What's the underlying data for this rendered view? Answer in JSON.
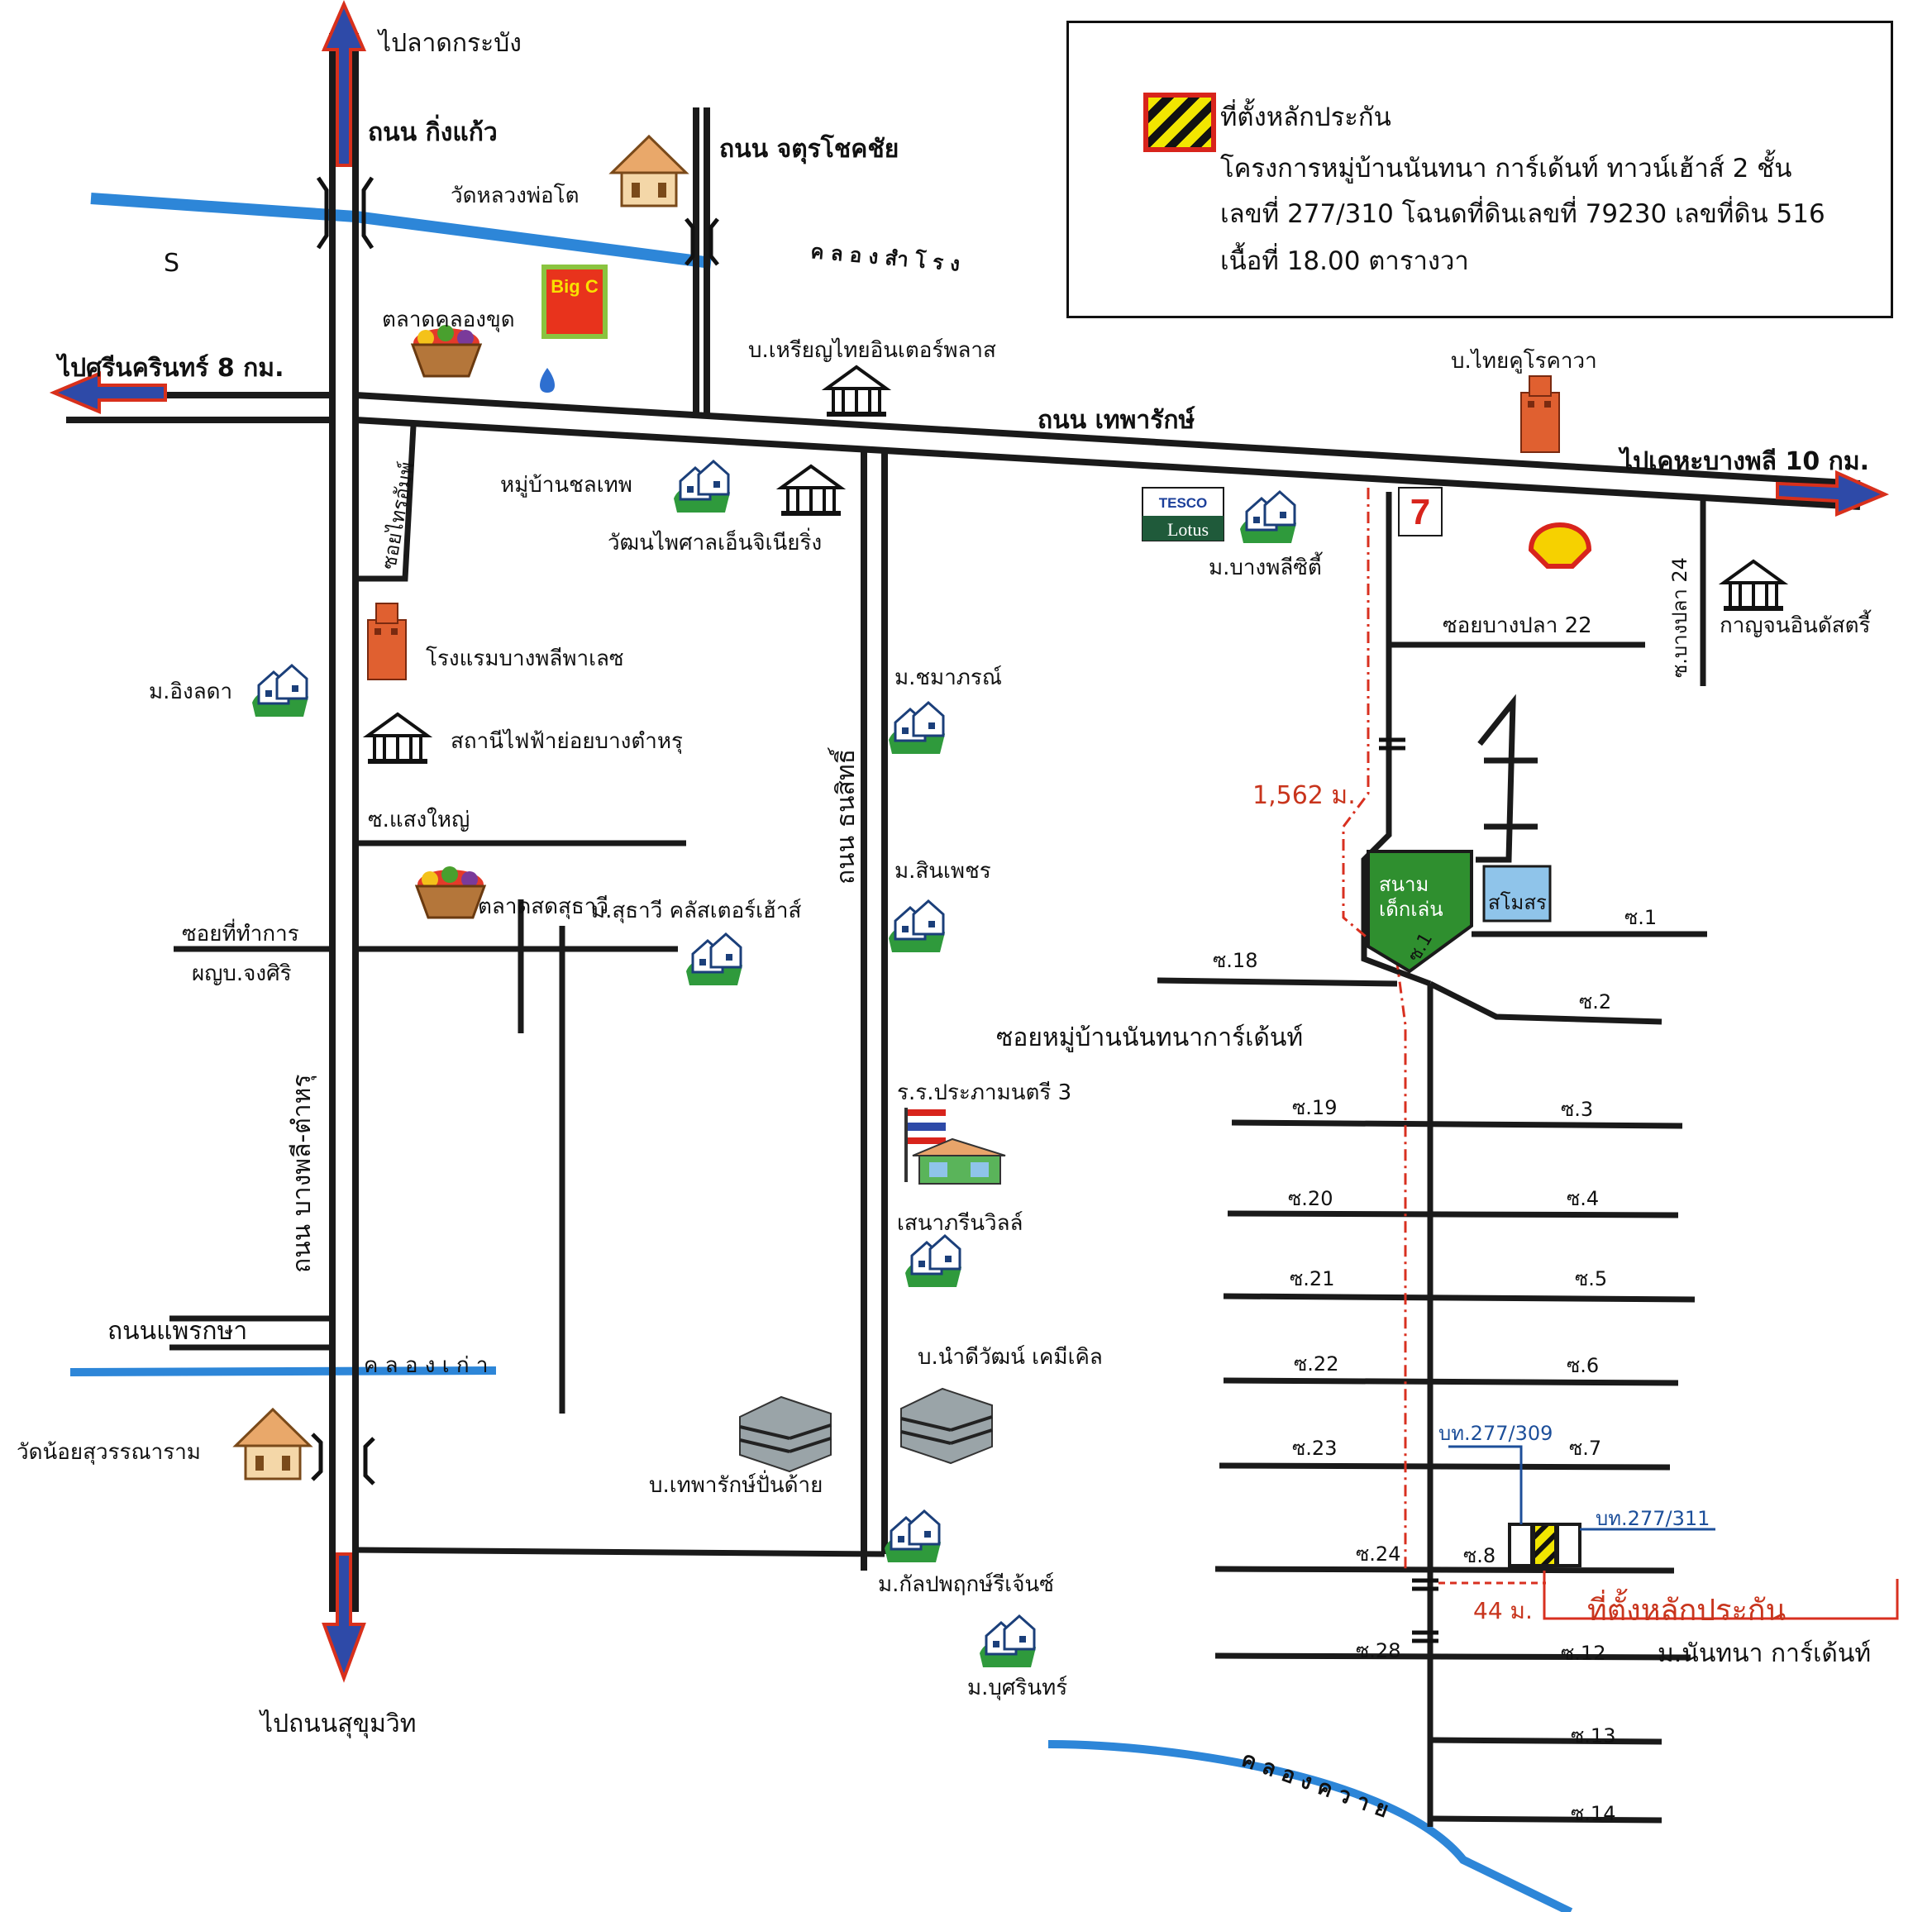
{
  "legend": {
    "title": "ที่ตั้งหลักประกัน",
    "line1": "โครงการหมู่บ้านนันทนา การ์เด้นท์ ทาวน์เฮ้าส์ 2 ชั้น",
    "line2": "เลขที่ 277/310 โฉนดที่ดินเลขที่ 79230 เลขที่ดิน 516",
    "line3": "เนื้อที่ 18.00 ตารางวา"
  },
  "directions": {
    "north": "ไปลาดกระบัง",
    "west": "ไปศรีนครินทร์ 8 กม.",
    "east": "ไปเคหะบางพลี 10 กม.",
    "south": "ไปถนนสุขุมวิท"
  },
  "roads": {
    "king_kaeo": "ถนน กิ่งแก้ว",
    "chaturachot": "ถนน จตุรโชคชัย",
    "theparak": "ถนน เทพารักษ์",
    "thanasit": "ถนน ธนสิทธิ์",
    "bangphli_tamru": "ถนน บางพลี-ตำหรุ",
    "phraeksa": "ถนนแพรกษา",
    "soi_thaiaumphon": "ซอยไทรอัมพ์",
    "soi_saengyai": "ซ.แสงใหญ่",
    "soi_office_1": "ซอยที่ทำการ",
    "soi_office_2": "ผญบ.จงศิริ",
    "soi_bangpla22": "ซอยบางปลา 22",
    "soi_bangpla24": "ซ.บางปลา 24",
    "soi_village": "ซอยหมู่บ้านนันทนาการ์เด้นท์"
  },
  "canals": {
    "samrong": "ค ล อ ง สำ โ ร ง",
    "kao": "ค ล อ ง เ ก่ า",
    "kwai": "ค ล อ ง ค ว า ย"
  },
  "places": {
    "s_mark": "S",
    "wat_luangphoto": "วัดหลวงพ่อโต",
    "talat_khlongkhut": "ตลาดคลองขุด",
    "bigc": "Big C",
    "rianthai": "บ.เหรียญไทยอินเตอร์พลาส",
    "thaikurokawa": "บ.ไทยคูโรคาวา",
    "chonthep": "หมู่บ้านชลเทพ",
    "watthanaphaisan": "วัฒนไพศาลเอ็นจิเนียริ่ง",
    "tesco": "TESCO",
    "lotus": "Lotus",
    "bangphli_city": "ม.บางพลีซิตี้",
    "seven": "7",
    "kanchanaindustry": "กาญจนอินดัสตรี้",
    "hotel": "โรงแรมบางพลีพาเลซ",
    "substation": "สถานีไฟฟ้าย่อยบางตำหรุ",
    "ingrada": "ม.อิงลดา",
    "chamaporn": "ม.ชมาภรณ์",
    "sinphet": "ม.สินเพชร",
    "talat_suthawi": "ตลาดสดสุธาวี",
    "suthawi_cluster": "ม.สุธาวี คลัสเตอร์เฮ้าส์",
    "school": "ร.ร.ประภามนตรี 3",
    "senagreen": "เสนาภรีนวิลล์",
    "namdee": "บ.นำดีวัฒน์ เคมีเคิล",
    "theparak_cotton": "บ.เทพารักษ์ปั่นด้าย",
    "wat_noi": "วัดน้อยสุวรรณาราม",
    "kanlapaphruek": "ม.กัลปพฤกษ์รีเจ้นซ์",
    "butsarin": "ม.บุศรินทร์",
    "playground": "สนาม\nเด็กเล่น",
    "club": "สโมสร",
    "nantana": "ม.นันทนา การ์เด้นท์"
  },
  "sois": {
    "s1": "ซ.1",
    "s1b": "ซ.1",
    "s2": "ซ.2",
    "s3": "ซ.3",
    "s4": "ซ.4",
    "s5": "ซ.5",
    "s6": "ซ.6",
    "s7": "ซ.7",
    "s8": "ซ.8",
    "s12": "ซ.12",
    "s13": "ซ.13",
    "s14": "ซ.14",
    "s18": "ซ.18",
    "s19": "ซ.19",
    "s20": "ซ.20",
    "s21": "ซ.21",
    "s22": "ซ.22",
    "s23": "ซ.23",
    "s24": "ซ.24",
    "s28": "ซ.28"
  },
  "annotations": {
    "distance_main": "1,562 ม.",
    "distance_short": "44 ม.",
    "plot_left": "บท.277/309",
    "plot_right": "บท.277/311",
    "collateral": "ที่ตั้งหลักประกัน"
  },
  "colors": {
    "road": "#1a1a1a",
    "canal": "#2d86d8",
    "arrow_fill": "#2e4aa8",
    "arrow_edge": "#d8301c",
    "accent_red": "#c8341c",
    "accent_blue": "#1d4f9a",
    "playground": "#2f8f2f",
    "club": "#8fc4ea"
  }
}
